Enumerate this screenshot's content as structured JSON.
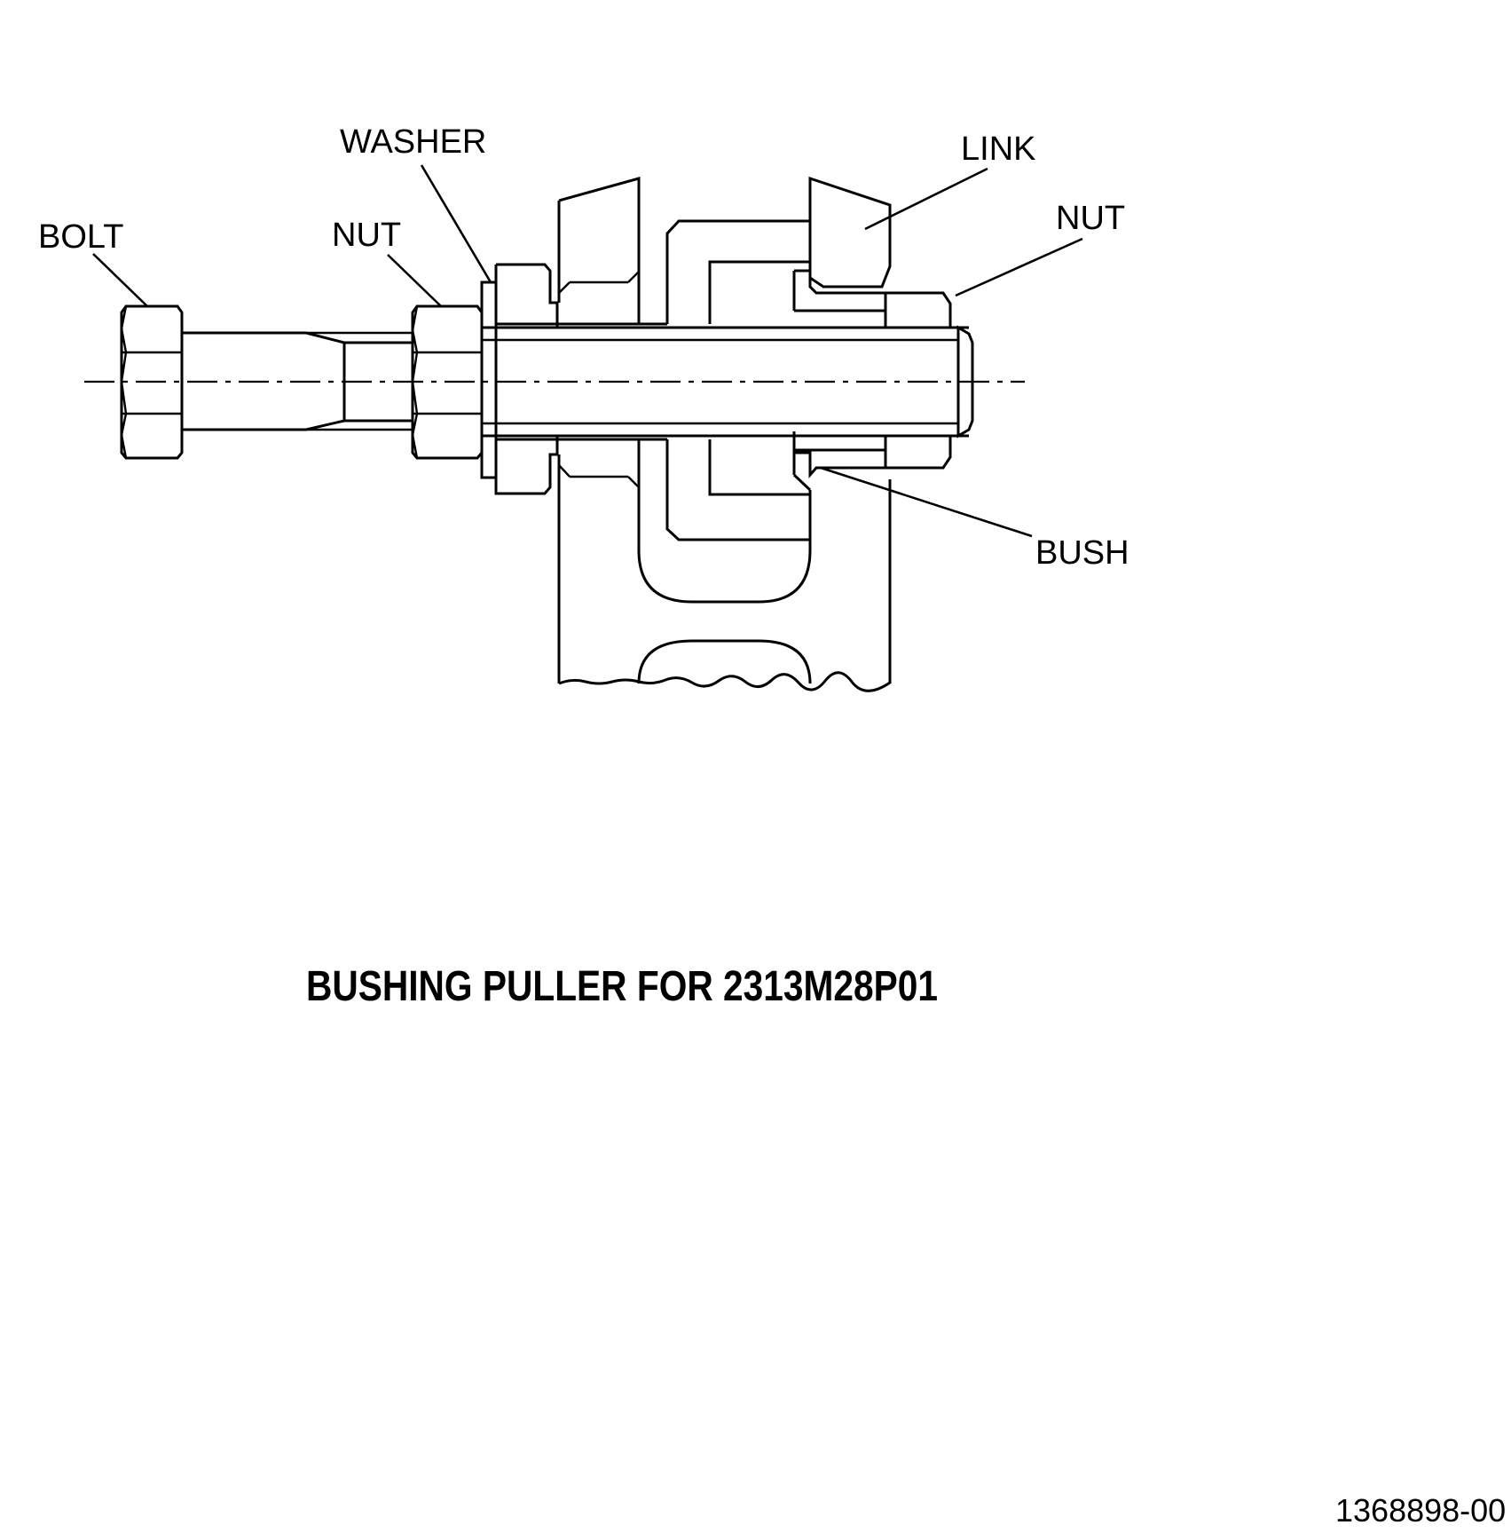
{
  "labels": {
    "bolt": "BOLT",
    "nut_left": "NUT",
    "washer": "WASHER",
    "link": "LINK",
    "nut_right": "NUT",
    "bush": "BUSH"
  },
  "title": "BUSHING PULLER FOR 2313M28P01",
  "document_number": "1368898-00"
}
